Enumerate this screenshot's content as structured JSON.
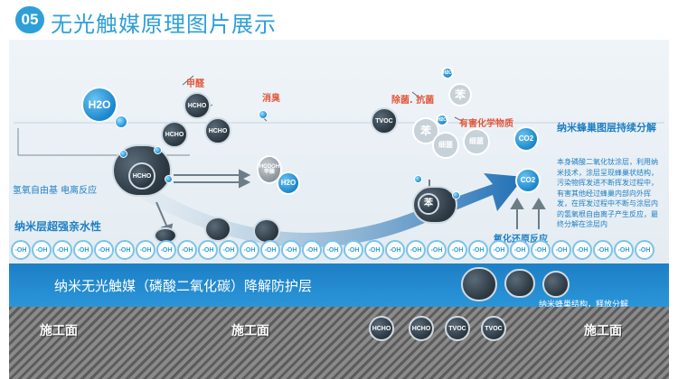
{
  "header": {
    "number": "05",
    "title": "无光触媒原理图片展示"
  },
  "labels": {
    "h2o_big": "H2O",
    "formaldehyde": "甲醛",
    "deodorize": "消臭",
    "antibacterial": "除菌. 抗菌",
    "harmful": "有害化学物质",
    "radical": "氢氧自由基  电离反应",
    "hydrophilic": "纳米层超强亲水性",
    "honeycomb_title": "纳米蜂巢图层持续分解",
    "honeycomb_desc": "本身磷酸二氧化钛涂层，利用纳米技术，涂层呈现蜂巢状结构，污染物挥发进不断挥发过程中，有害其他经过蜂巢内部向外挥发，在挥发过程中不断与涂层内的氢氧根自由离子产生反应，最终分解在涂层内",
    "redox": "氧化还原反应",
    "layer": "纳米无光触媒（磷酸二氧化碳）降解防护层",
    "structure": "纳米蜂巢结构，释放分解",
    "base": [
      "施工面",
      "施工面",
      "施工面"
    ],
    "oh": "-OH"
  },
  "molecules": {
    "hcho": "HCHO",
    "tvoc": "TVOC",
    "h2o": "H2O",
    "benzene": "苯",
    "bacteria": "细菌",
    "co2": "CO2",
    "hcooh": "HCOOH",
    "methanol": "甲酸"
  }
}
